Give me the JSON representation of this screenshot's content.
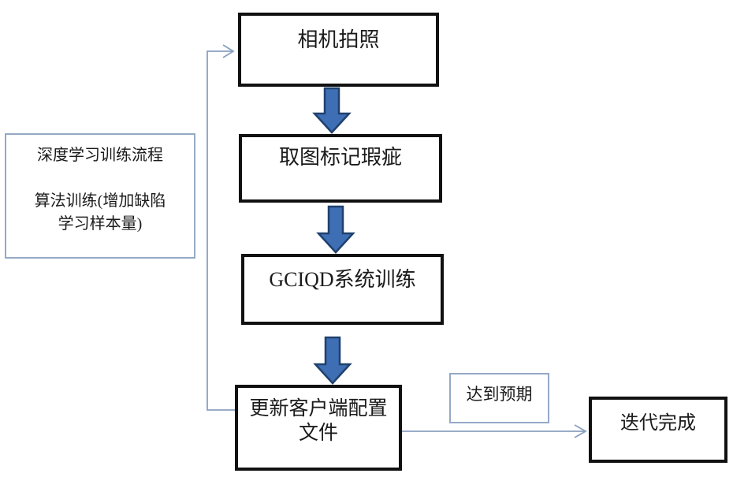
{
  "nodes": {
    "legend": {
      "line1": "深度学习训练流程",
      "line2": "算法训练(增加缺陷",
      "line3": "学习样本量)"
    },
    "camera": {
      "label": "相机拍照"
    },
    "mark_defects": {
      "label": "取图标记瑕疵"
    },
    "system_training": {
      "label": "GCIQD系统训练"
    },
    "update_config": {
      "line1": "更新客户端配置",
      "line2": "文件"
    },
    "expectation": {
      "label": "达到预期"
    },
    "iteration_done": {
      "label": "迭代完成"
    }
  },
  "edges": [
    {
      "from": "camera",
      "to": "mark_defects",
      "style": "block-arrow-down"
    },
    {
      "from": "mark_defects",
      "to": "system_training",
      "style": "block-arrow-down"
    },
    {
      "from": "system_training",
      "to": "update_config",
      "style": "block-arrow-down"
    },
    {
      "from": "update_config",
      "to": "camera",
      "style": "thin-feedback-loop"
    },
    {
      "from": "update_config",
      "to": "iteration_done",
      "style": "thin-arrow",
      "condition": "达到预期"
    }
  ],
  "colors": {
    "bg": "#ffffff",
    "text": "#1a1a1a",
    "box_border_dark": "#111111",
    "box_border_light": "#95a9c6",
    "connector": "#8aa0c0",
    "arrow_fill": "#3e6fb4",
    "arrow_stroke": "#20406e"
  }
}
